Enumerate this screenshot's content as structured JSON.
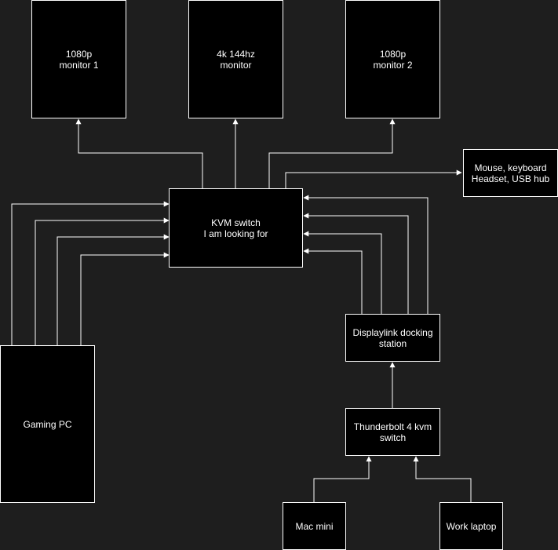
{
  "diagram": {
    "background": "#1e1e1e",
    "node_fill": "#000000",
    "stroke": "#ffffff",
    "nodes": {
      "monitor1": "1080p\nmonitor 1",
      "monitor4k": "4k 144hz\nmonitor",
      "monitor2": "1080p\nmonitor 2",
      "peripherals": "Mouse, keyboard\nHeadset, USB hub",
      "kvm": "KVM switch\nI am looking for",
      "gaming_pc": "Gaming PC",
      "dock": "Displaylink docking\nstation",
      "tb4_kvm": "Thunderbolt 4 kvm\nswitch",
      "mac_mini": "Mac mini",
      "work_laptop": "Work laptop"
    }
  }
}
